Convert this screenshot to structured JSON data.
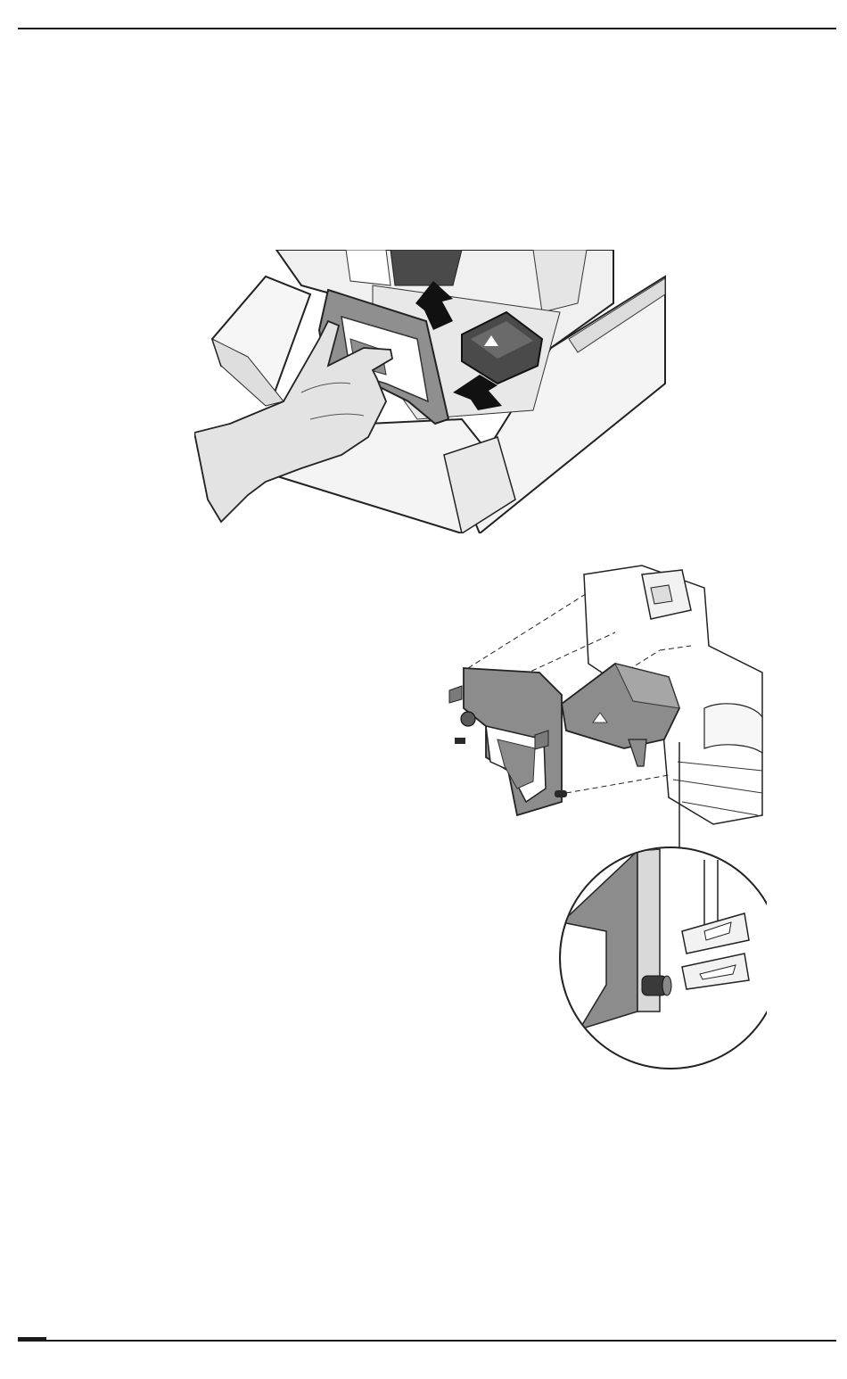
{
  "page": {
    "header_rule": true,
    "footer_rule": true
  },
  "figures": [
    {
      "id": "ribbon-install-hand",
      "icon": "hand-inserting-ribbon-cassette-illustration",
      "colors": {
        "cassette": "#8f8f8f",
        "dark": "#3a3a3a",
        "printer": "#f2f2f2",
        "hand": "#e3e3e3",
        "arrow": "#111111"
      }
    },
    {
      "id": "ribbon-exploded-view",
      "icon": "exploded-ribbon-cassette-diagram",
      "inset": "pin-and-slot-detail-callout",
      "colors": {
        "cassette": "#8c8c8c",
        "line": "#222222",
        "background": "#ffffff"
      }
    }
  ]
}
